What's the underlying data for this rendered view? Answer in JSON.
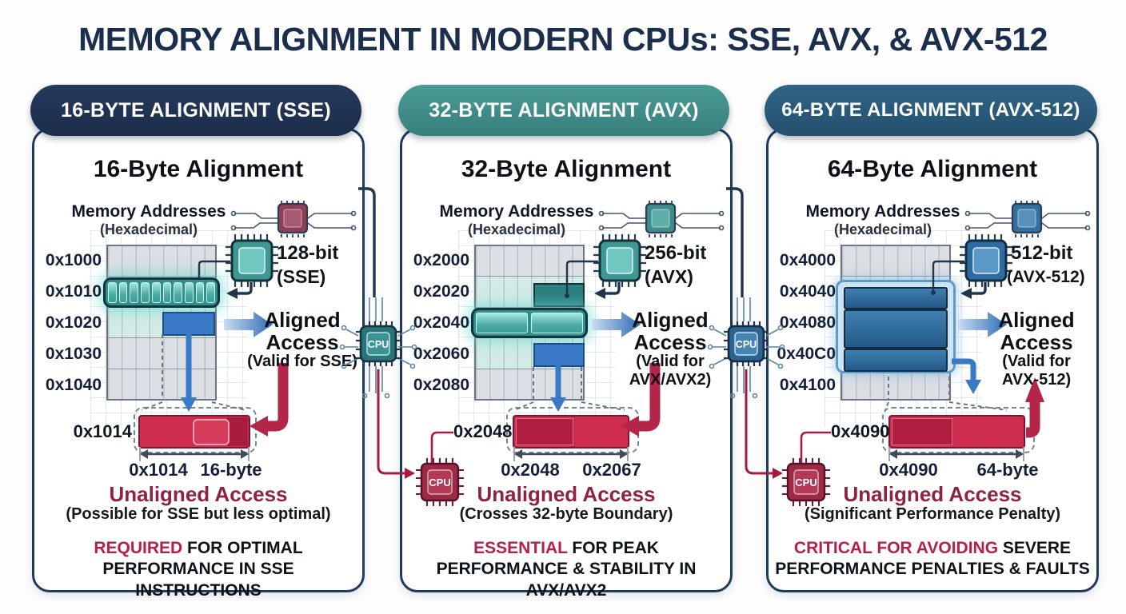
{
  "title": "MEMORY ALIGNMENT IN MODERN CPUs: SSE, AVX, & AVX-512",
  "cpu_label": "CPU",
  "palette": {
    "navy": "#1b2f4d",
    "teal": "#3f908e",
    "steel_blue": "#2b5b79",
    "crimson": "#b5204a",
    "dark_red": "#8e2240",
    "access_blue": "#3a79c5",
    "bar_red": "#cd2e50"
  },
  "panels": [
    {
      "header": "16-BYTE ALIGNMENT (SSE)",
      "subtitle": "16-Byte Alignment",
      "mem_title": "Memory Addresses",
      "mem_sub": "(Hexadecimal)",
      "addresses": [
        "0x1000",
        "0x1010",
        "0x1020",
        "0x1030",
        "0x1040"
      ],
      "chip_bits": "128-bit",
      "chip_name": "(SSE)",
      "aligned_1": "Aligned",
      "aligned_2": "Access",
      "aligned_note": "(Valid for SSE)",
      "unaligned_addr": "0x1014",
      "dim_start": "0x1014",
      "dim_end": "16-byte",
      "unaligned_title": "Unaligned Access",
      "unaligned_note": "(Possible for SSE but less optimal)",
      "footer_hl": "REQUIRED",
      "footer_rest": " FOR OPTIMAL PERFORMANCE IN SSE INSTRUCTIONS"
    },
    {
      "header": "32-BYTE ALIGNMENT (AVX)",
      "subtitle": "32-Byte Alignment",
      "mem_title": "Memory Addresses",
      "mem_sub": "(Hexadecimal)",
      "addresses": [
        "0x2000",
        "0x2020",
        "0x2040",
        "0x2060",
        "0x2080"
      ],
      "chip_bits": "256-bit",
      "chip_name": "(AVX)",
      "aligned_1": "Aligned",
      "aligned_2": "Access",
      "aligned_note": "(Valid for AVX/AVX2)",
      "unaligned_addr": "0x2048",
      "dim_start": "0x2048",
      "dim_end": "0x2067",
      "unaligned_title": "Unaligned Access",
      "unaligned_note": "(Crosses 32-byte Boundary)",
      "footer_hl": "ESSENTIAL",
      "footer_rest": " FOR PEAK PERFORMANCE & STABILITY IN AVX/AVX2"
    },
    {
      "header": "64-BYTE ALIGNMENT (AVX-512)",
      "subtitle": "64-Byte Alignment",
      "mem_title": "Memory Addresses",
      "mem_sub": "(Hexadecimal)",
      "addresses": [
        "0x4000",
        "0x4040",
        "0x4080",
        "0x40C0",
        "0x4100"
      ],
      "chip_bits": "512-bit",
      "chip_name": "(AVX-512)",
      "aligned_1": "Aligned",
      "aligned_2": "Access",
      "aligned_note": "(Valid for AVX-512)",
      "unaligned_addr": "0x4090",
      "dim_start": "0x4090",
      "dim_end": "64-byte",
      "unaligned_title": "Unaligned Access",
      "unaligned_note": "(Significant Performance Penalty)",
      "footer_hl": "CRITICAL FOR AVOIDING",
      "footer_rest": " SEVERE PERFORMANCE PENALTIES & FAULTS"
    }
  ]
}
